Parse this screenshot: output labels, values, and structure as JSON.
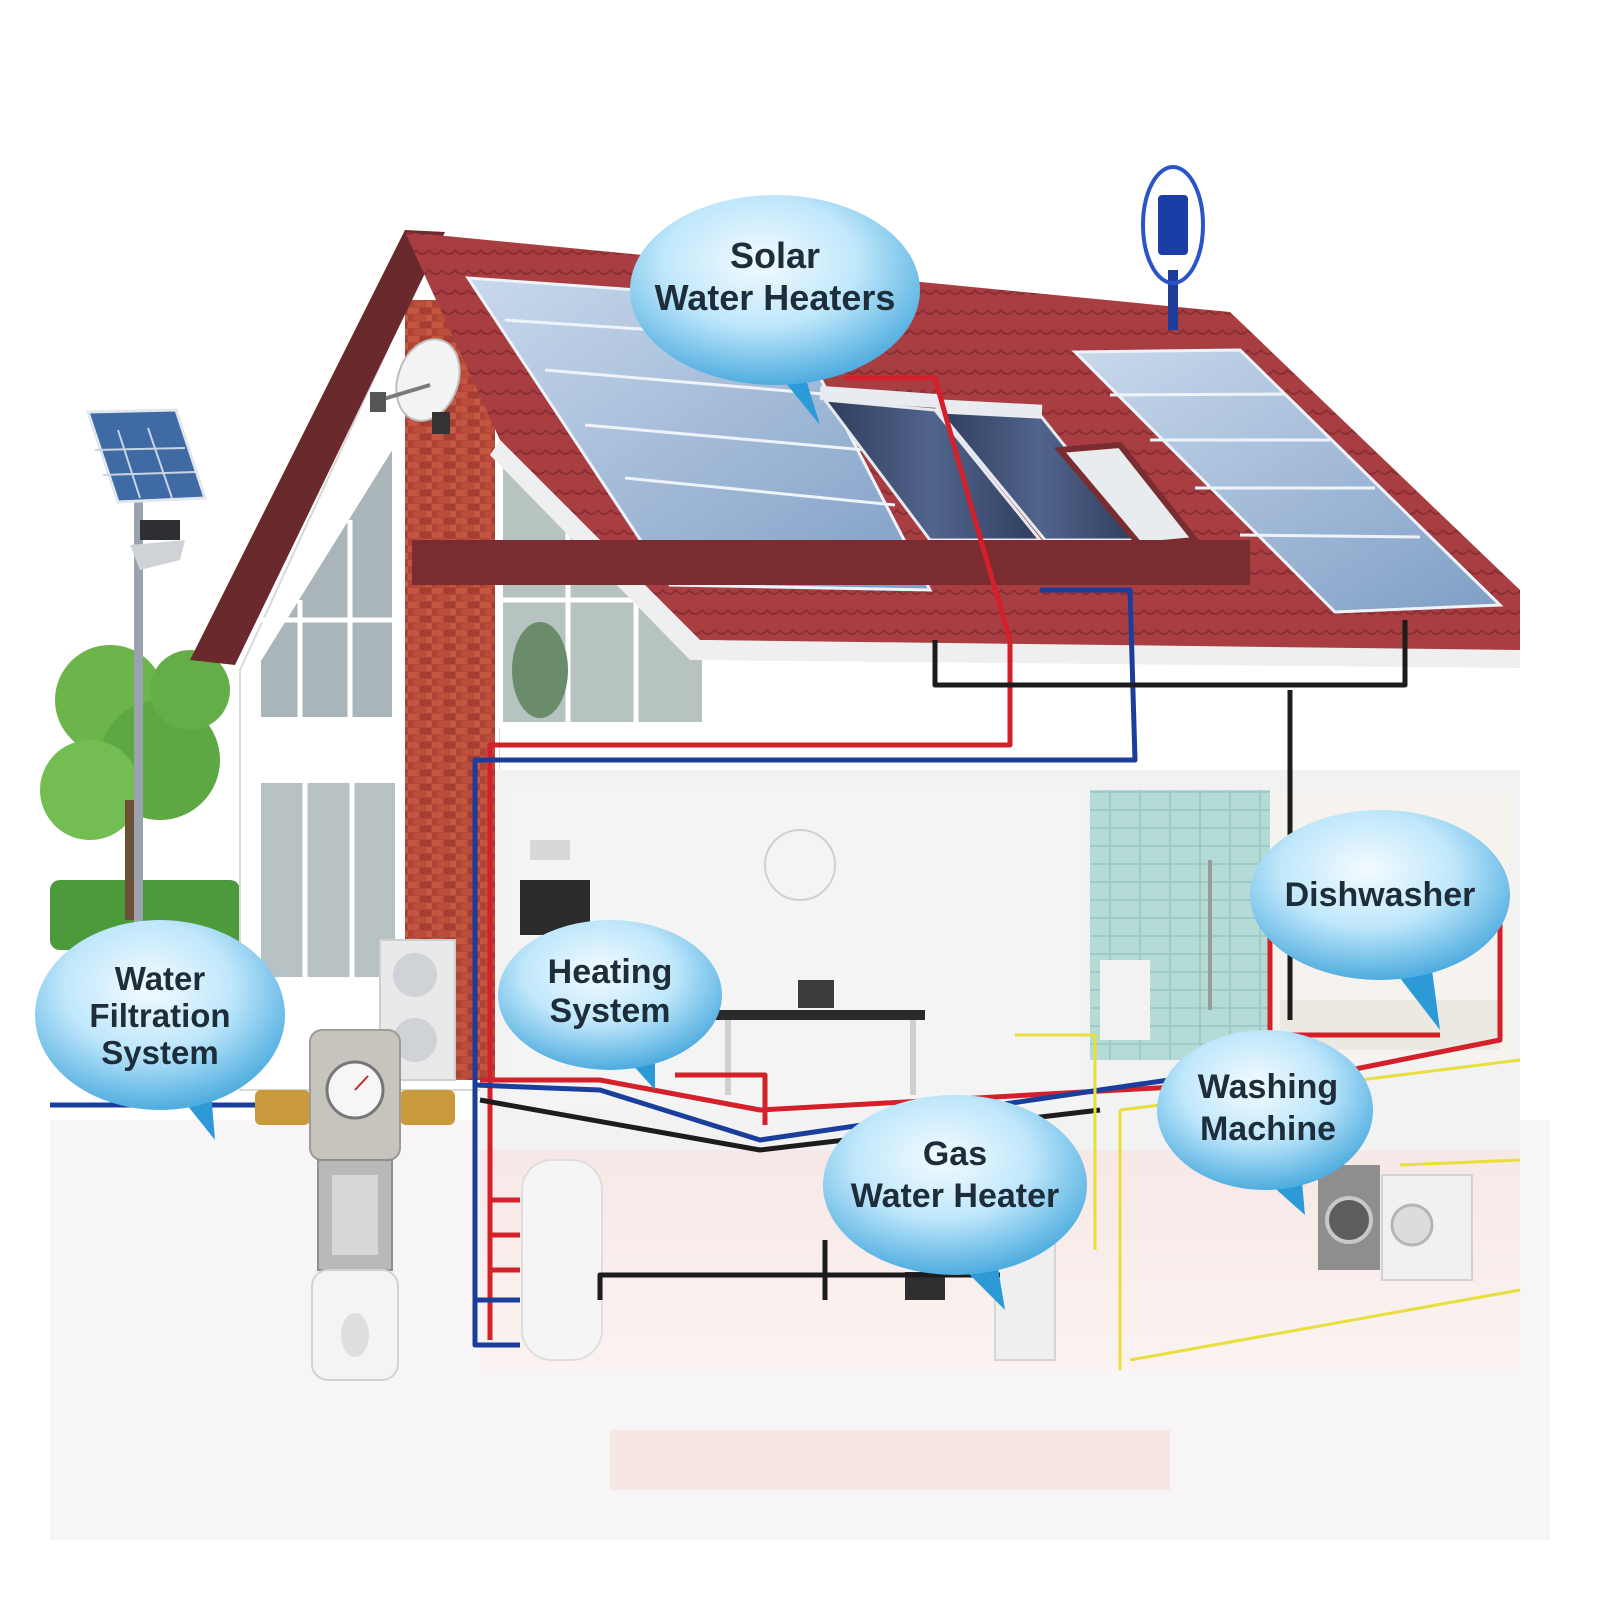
{
  "callouts": {
    "solar": {
      "line1": "Solar",
      "line2": "Water Heaters"
    },
    "filtration": {
      "line1": "Water",
      "line2": "Filtration",
      "line3": "System"
    },
    "heating": {
      "line1": "Heating",
      "line2": "System"
    },
    "dishwasher": {
      "line1": "Dishwasher"
    },
    "washing": {
      "line1": "Washing",
      "line2": "Machine"
    },
    "gas": {
      "line1": "Gas",
      "line2": "Water Heater"
    }
  },
  "colors": {
    "roof": "#a63c3f",
    "brick": "#b04a3c",
    "bubble_light": "#e6f7ff",
    "bubble_dark": "#34a7e0",
    "hot_pipe": "#d3202a",
    "cold_pipe": "#1b3e9c",
    "gas_pipe": "#e8df3a",
    "solar_panel": "#7d9ec4",
    "banner": "#7a2c30"
  }
}
